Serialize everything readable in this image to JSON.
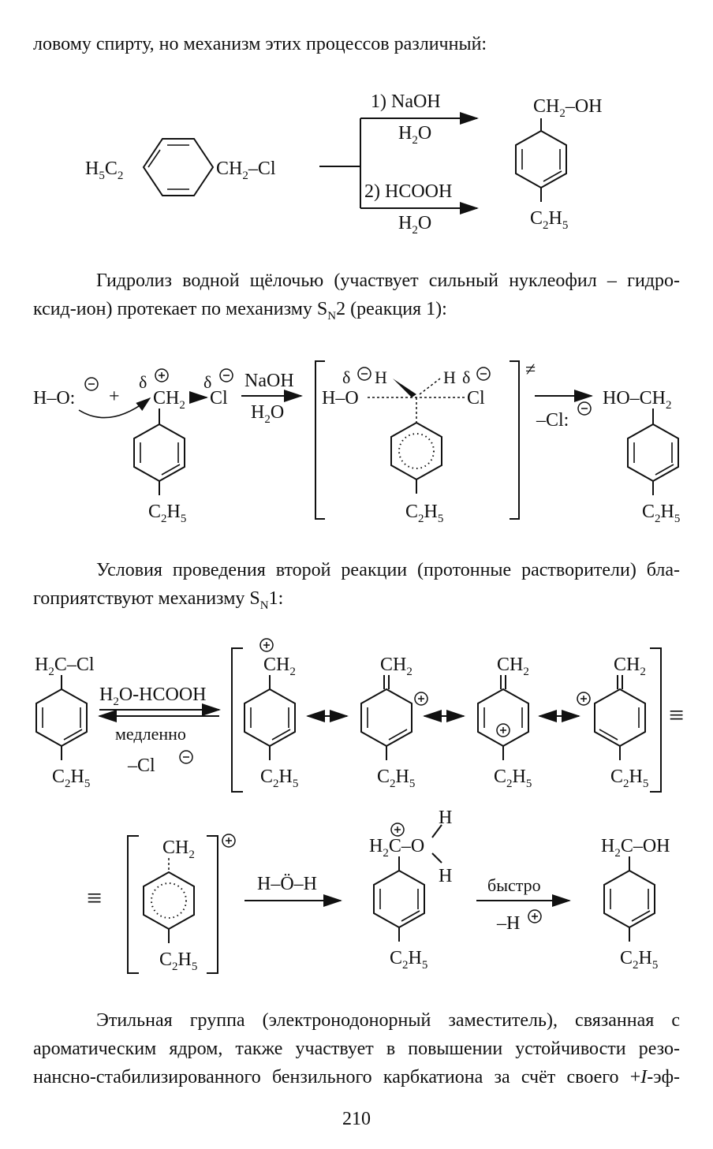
{
  "page": {
    "line_top": "ловому спирту, но механизм этих процессов различный:",
    "para_sn2": [
      "Гидролиз водной щёлочью (участвует сильный нуклеофил – гидро-",
      "ксид-ион) протекает по механизму S",
      "N",
      "2 (реакция 1):"
    ],
    "para_sn1": [
      "Условия проведения второй реакции (протонные растворители) бла-",
      "гоприятствуют механизму S",
      "N",
      "1:"
    ],
    "para_bottom": [
      "Этильная группа (электронодонорный заместитель), связанная с",
      "ароматическим ядром, также участвует в повышении устойчивости резо-",
      "нансно-стабилизированного бензильного карбкатиона за счёт своего +",
      "I",
      "-эф-"
    ],
    "page_number": "210"
  },
  "scheme1": {
    "reactant_left": "H",
    "reactant_left_sub": "5",
    "reactant_left_c": "C",
    "reactant_left_sub2": "2",
    "reactant_right": "CH",
    "reactant_right_sub": "2",
    "reactant_right_cl": "–Cl",
    "cond1_top": "1) NaOH",
    "cond1_bottom": "H",
    "cond1_bottom_sub": "2",
    "cond1_bottom_o": "O",
    "cond2_top": "2) HCOOH",
    "cond2_bottom": "H",
    "cond2_bottom_sub": "2",
    "cond2_bottom_o": "O",
    "product_top": "CH",
    "product_top_sub": "2",
    "product_top_oh": "–OH",
    "product_bottom": "C",
    "product_bottom_sub": "2",
    "product_bottom_h": "H",
    "product_bottom_sub2": "5"
  },
  "scheme2": {
    "nucleophile": "H–O:",
    "plus": "+",
    "delta": "δ",
    "ch2": "CH",
    "sub2": "2",
    "cl": "Cl",
    "reagent_top": "NaOH",
    "reagent_bottom_h": "H",
    "reagent_bottom_o": "O",
    "ts_h_left": "H",
    "ts_h_right": "H",
    "ts_o": "H–O",
    "ts_cl": "Cl",
    "ts_mark": "≠",
    "leaving": "–Cl:",
    "product": "HO–CH",
    "ethyl_c": "C",
    "ethyl_h": "H",
    "ethyl_sub5": "5"
  },
  "scheme3": {
    "start_top": "H",
    "start_top_c": "C–Cl",
    "reagent_top": "H",
    "reagent_top_rest": "O-HCOOH",
    "reagent_mid": "медленно",
    "reagent_bottom": "–Cl",
    "ch2": "CH",
    "sub2": "2",
    "plus": "+",
    "equiv": "≡",
    "ethyl_c": "C",
    "ethyl_h": "H",
    "ethyl_sub5": "5"
  },
  "scheme4": {
    "water": "H–Ö–H",
    "oxonium_h2c": "H",
    "oxonium_c": "C–O",
    "oxonium_h": "H",
    "fast": "быстро",
    "minus_h": "–H",
    "product_h2c": "H",
    "product_c": "C–OH",
    "ch2": "CH",
    "sub2": "2",
    "plus": "+",
    "ethyl_c": "C",
    "ethyl_h": "H",
    "ethyl_sub5": "5"
  }
}
